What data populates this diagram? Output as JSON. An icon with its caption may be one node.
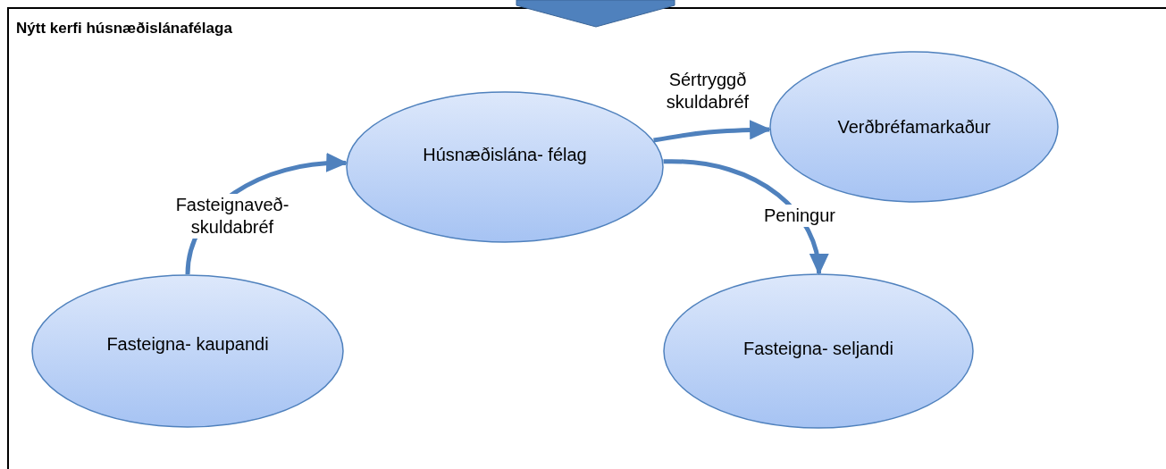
{
  "diagram": {
    "nodes": [
      {
        "text": [
          "Nýtt kerfi húsnæðislánafélaga"
        ]
      },
      {
        "text": [
          "Húsnæðislána- félag"
        ],
        "in": 0
      },
      {
        "text": [
          "Verðbréfamarkaður"
        ],
        "in": 0
      },
      {
        "text": [
          "Fasteigna- kaupandi"
        ],
        "in": 0
      },
      {
        "text": [
          "Fasteigna- seljandi"
        ],
        "in": 0
      }
    ],
    "edges": [
      {
        "from": 3,
        "to": 1,
        "arrow": "to",
        "label": "Fasteignaveð- skuldabréf"
      },
      {
        "from": 1,
        "to": 2,
        "arrow": "to",
        "label": "Sértryggð skuldabréf"
      },
      {
        "from": 1,
        "to": 4,
        "arrow": "to",
        "label": "Peningur"
      }
    ]
  }
}
